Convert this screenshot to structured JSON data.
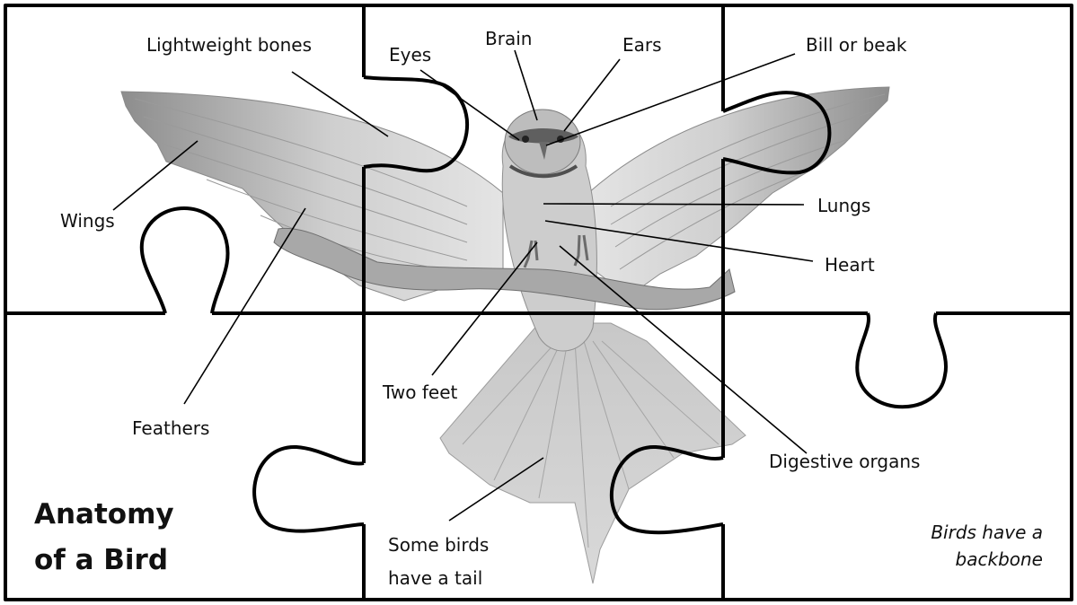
{
  "labels": {
    "lightweight_bones": "Lightweight bones",
    "eyes": "Eyes",
    "brain": "Brain",
    "ears": "Ears",
    "bill": "Bill or beak",
    "wings": "Wings",
    "lungs": "Lungs",
    "heart": "Heart",
    "two_feet": "Two feet",
    "feathers": "Feathers",
    "digestive": "Digestive organs",
    "tail_line1": "Some birds",
    "tail_line2": "have a tail"
  },
  "title": {
    "line1": "Anatomy",
    "line2": "of a Bird"
  },
  "note": {
    "line1": "Birds have a",
    "line2": "backbone"
  },
  "colors": {
    "outline": "#000000",
    "bird": "#b9b9b9",
    "branch": "#9a9a9a",
    "background": "#ffffff"
  }
}
